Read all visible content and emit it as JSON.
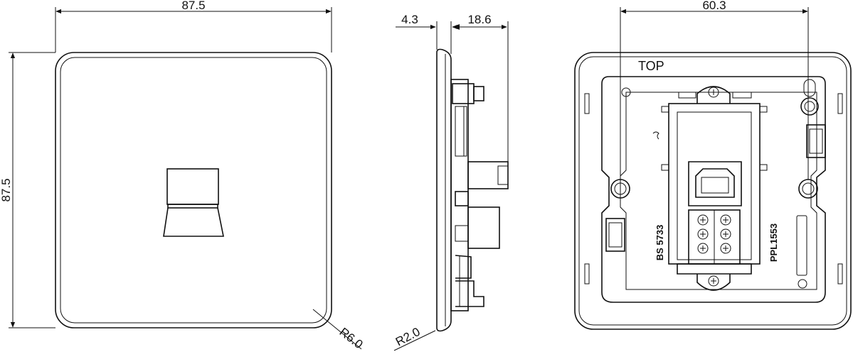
{
  "front_view": {
    "width_dim": "87.5",
    "height_dim": "87.5",
    "radius_dim": "R6.0"
  },
  "side_view": {
    "plate_thickness_dim": "4.3",
    "depth_dim": "18.6",
    "radius_dim": "R2.0"
  },
  "rear_view": {
    "fixing_centres_dim": "60.3",
    "top_label": "TOP",
    "standard_label": "BS 5733",
    "part_label": "PPL1553"
  }
}
